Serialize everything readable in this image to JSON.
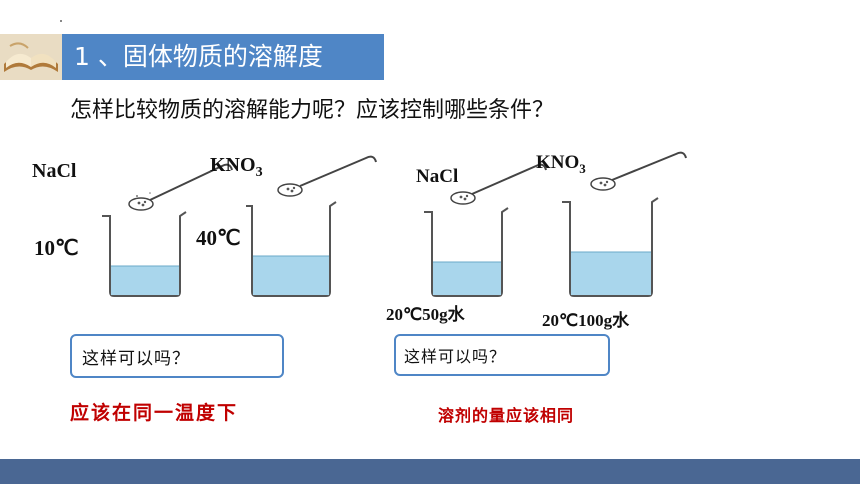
{
  "title": "1 、固体物质的溶解度",
  "question": "怎样比较物质的溶解能力呢？应该控制哪些条件？",
  "experiments": [
    {
      "substance": "NaCl",
      "condition": "10℃"
    },
    {
      "substance": "KNO",
      "subscript": "3",
      "condition": "40℃"
    },
    {
      "substance": "NaCl",
      "condition": "20℃50g水"
    },
    {
      "substance": "KNO",
      "subscript": "3",
      "condition": "20℃100g水"
    }
  ],
  "prompts": [
    {
      "text": "这样可以吗？",
      "answer": "应该在同一温度下"
    },
    {
      "text": "这样可以吗？",
      "answer": "溶剂的量应该相同"
    }
  ],
  "colors": {
    "title_bar": "#4f86c6",
    "water": "#a9d6ec",
    "answer": "#c00000",
    "footer": "#4a6793"
  },
  "icons": {
    "title_decoration": "open-book-icon",
    "apparatus": "beaker-with-spoon-icon"
  }
}
